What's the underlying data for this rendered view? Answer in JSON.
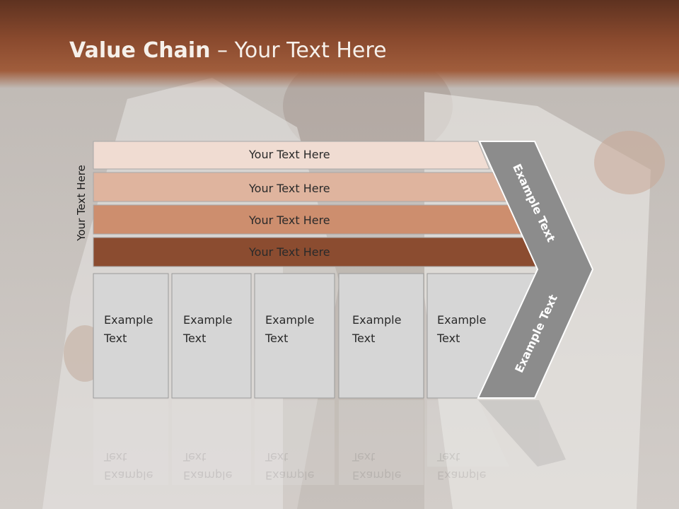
{
  "title": {
    "bold": "Value Chain",
    "rest": " – Your Text Here"
  },
  "side_label": "Your Text Here",
  "bands": [
    {
      "label": "Your Text Here",
      "color": "#f0dcd2"
    },
    {
      "label": "Your Text Here",
      "color": "#dfb49e"
    },
    {
      "label": "Your Text Here",
      "color": "#cd8e6e"
    },
    {
      "label": "Your Text Here",
      "color": "#8b4c30"
    }
  ],
  "cells": [
    {
      "line1": "Example",
      "line2": "Text"
    },
    {
      "line1": "Example",
      "line2": "Text"
    },
    {
      "line1": "Example",
      "line2": "Text"
    },
    {
      "line1": "Example",
      "line2": "Text"
    },
    {
      "line1": "Example",
      "line2": "Text"
    }
  ],
  "chevron_top_label": "Example Text",
  "chevron_bottom_label": "Example Text",
  "colors": {
    "header": "#8a4a2e",
    "chevron": "#8c8c8c",
    "cell": "#d6d6d6"
  }
}
